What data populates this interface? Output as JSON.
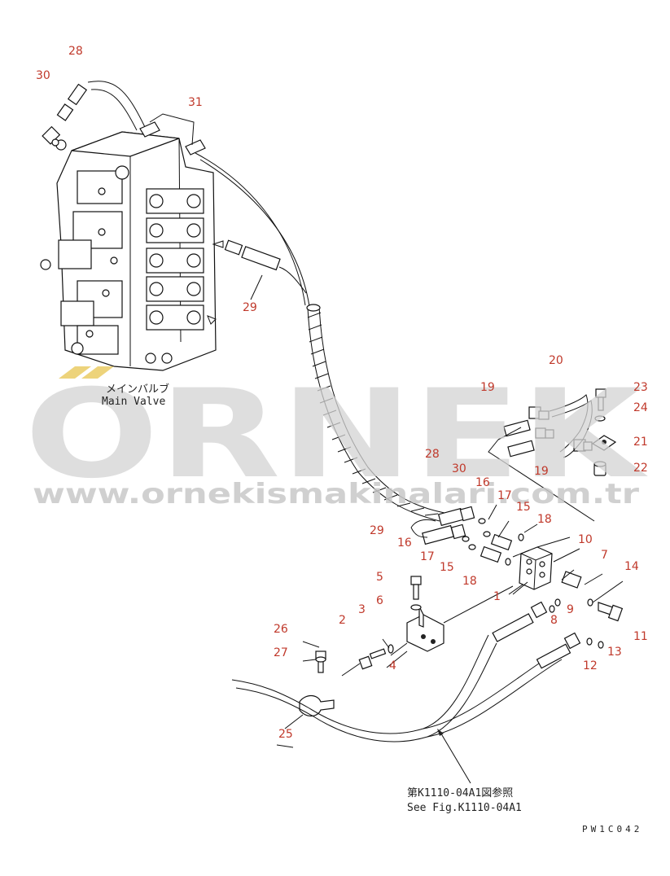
{
  "callouts": [
    {
      "id": "28a",
      "label": "28"
    },
    {
      "id": "30a",
      "label": "30"
    },
    {
      "id": "31",
      "label": "31"
    },
    {
      "id": "29a",
      "label": "29"
    },
    {
      "id": "20",
      "label": "20"
    },
    {
      "id": "19a",
      "label": "19"
    },
    {
      "id": "19b",
      "label": "19"
    },
    {
      "id": "23",
      "label": "23"
    },
    {
      "id": "24",
      "label": "24"
    },
    {
      "id": "21",
      "label": "21"
    },
    {
      "id": "22",
      "label": "22"
    },
    {
      "id": "28b",
      "label": "28"
    },
    {
      "id": "30b",
      "label": "30"
    },
    {
      "id": "16a",
      "label": "16"
    },
    {
      "id": "17a",
      "label": "17"
    },
    {
      "id": "15a",
      "label": "15"
    },
    {
      "id": "18a",
      "label": "18"
    },
    {
      "id": "10",
      "label": "10"
    },
    {
      "id": "29b",
      "label": "29"
    },
    {
      "id": "16b",
      "label": "16"
    },
    {
      "id": "17b",
      "label": "17"
    },
    {
      "id": "15b",
      "label": "15"
    },
    {
      "id": "18b",
      "label": "18"
    },
    {
      "id": "7",
      "label": "7"
    },
    {
      "id": "14",
      "label": "14"
    },
    {
      "id": "1",
      "label": "1"
    },
    {
      "id": "5",
      "label": "5"
    },
    {
      "id": "6",
      "label": "6"
    },
    {
      "id": "3",
      "label": "3"
    },
    {
      "id": "2",
      "label": "2"
    },
    {
      "id": "9",
      "label": "9"
    },
    {
      "id": "8",
      "label": "8"
    },
    {
      "id": "11",
      "label": "11"
    },
    {
      "id": "13",
      "label": "13"
    },
    {
      "id": "12",
      "label": "12"
    },
    {
      "id": "26",
      "label": "26"
    },
    {
      "id": "27",
      "label": "27"
    },
    {
      "id": "4",
      "label": "4"
    },
    {
      "id": "25",
      "label": "25"
    }
  ],
  "main_valve": {
    "label_jp": "メインバルブ",
    "label_en": "Main Valve"
  },
  "reference": {
    "label_jp": "第K1110-04A1図参照",
    "label_en": "See Fig.K1110-04A1"
  },
  "drawing_code": "PW1C042",
  "watermark": {
    "brand": "ORNEK",
    "url": "www.ornekismakinalari.com.tr"
  }
}
